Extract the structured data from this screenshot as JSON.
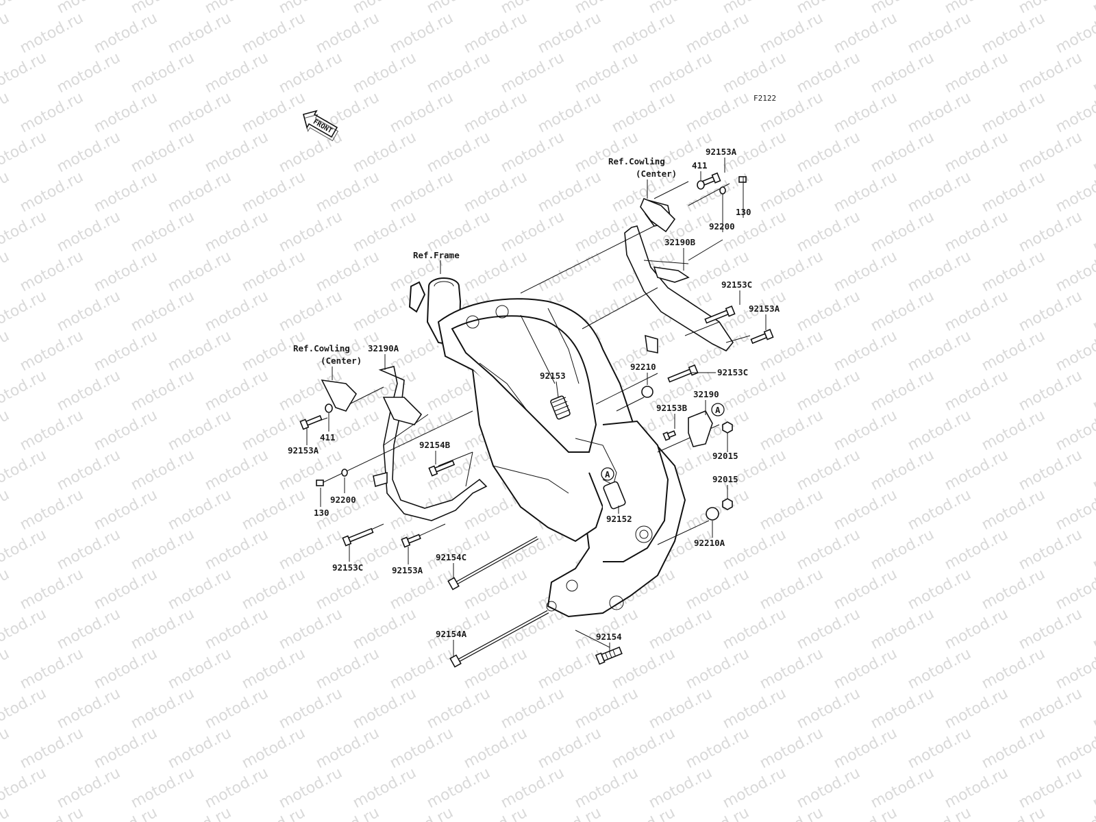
{
  "watermark": "motod.ru",
  "figure_id": "F2122",
  "front_arrow_label": "FRONT",
  "marker_a": "A",
  "refs": {
    "frame": "Ref.Frame",
    "cowling_right_1": "Ref.Cowling",
    "cowling_right_2": "(Center)",
    "cowling_left_1": "Ref.Cowling",
    "cowling_left_2": "(Center)"
  },
  "parts": [
    {
      "id": "92153A_top",
      "text": "92153A"
    },
    {
      "id": "411_top",
      "text": "411"
    },
    {
      "id": "130_top",
      "text": "130"
    },
    {
      "id": "92200_top",
      "text": "92200"
    },
    {
      "id": "32190B",
      "text": "32190B"
    },
    {
      "id": "92153C_a",
      "text": "92153C"
    },
    {
      "id": "92153A_b",
      "text": "92153A"
    },
    {
      "id": "92210",
      "text": "92210"
    },
    {
      "id": "92153C_b",
      "text": "92153C"
    },
    {
      "id": "32190",
      "text": "32190"
    },
    {
      "id": "92153B",
      "text": "92153B"
    },
    {
      "id": "92015_a",
      "text": "92015"
    },
    {
      "id": "92015_b",
      "text": "92015"
    },
    {
      "id": "92210A",
      "text": "92210A"
    },
    {
      "id": "92152",
      "text": "92152"
    },
    {
      "id": "92153",
      "text": "92153"
    },
    {
      "id": "32190A",
      "text": "32190A"
    },
    {
      "id": "411_left",
      "text": "411"
    },
    {
      "id": "92153A_left",
      "text": "92153A"
    },
    {
      "id": "92154B",
      "text": "92154B"
    },
    {
      "id": "130_left",
      "text": "130"
    },
    {
      "id": "92200_left",
      "text": "92200"
    },
    {
      "id": "92153C_left",
      "text": "92153C"
    },
    {
      "id": "92153A_low",
      "text": "92153A"
    },
    {
      "id": "92154C",
      "text": "92154C"
    },
    {
      "id": "92154A",
      "text": "92154A"
    },
    {
      "id": "92154",
      "text": "92154"
    }
  ]
}
